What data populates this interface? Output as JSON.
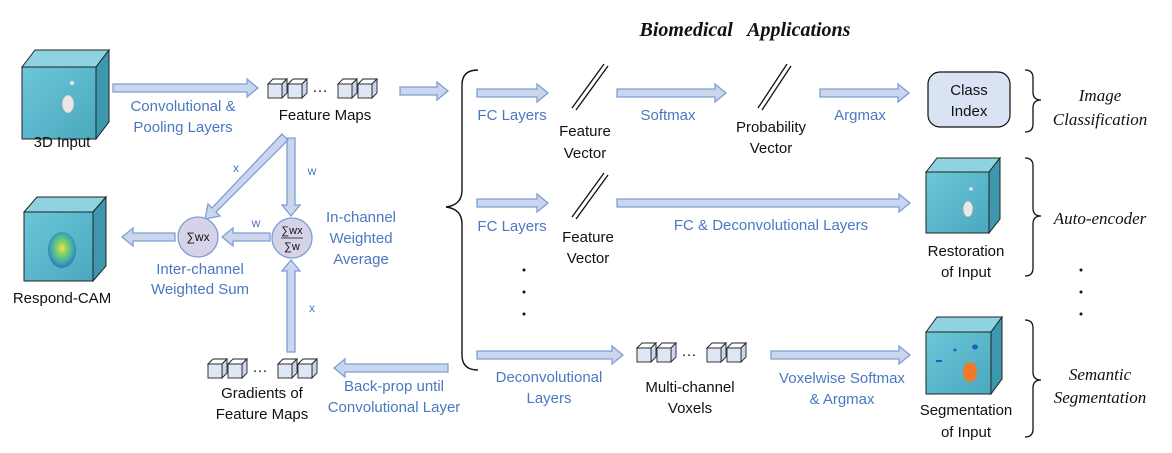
{
  "title": "Biomedical   Applications",
  "inputs": {
    "input_3d": "3D Input",
    "feature_maps": "Feature Maps",
    "conv_pool": [
      "Convolutional &",
      "Pooling Layers"
    ],
    "respond_cam": "Respond-CAM",
    "gradients": [
      "Gradients of",
      "Feature Maps"
    ],
    "backprop": [
      "Back-prop until",
      "Convolutional Layer"
    ],
    "inter_channel": [
      "Inter-channel",
      "Weighted Sum"
    ],
    "in_channel": [
      "In-channel",
      "Weighted",
      "Average"
    ],
    "sum_wx": "∑wx",
    "sum_wx_w_num": "∑wx",
    "sum_wx_w_den": "∑w",
    "w_label": "w",
    "x_label": "x",
    "ellipsis": "···"
  },
  "rows": {
    "classification": {
      "fc": "FC Layers",
      "feature_vector": [
        "Feature",
        "Vector"
      ],
      "softmax": "Softmax",
      "probability_vector": [
        "Probability",
        "Vector"
      ],
      "argmax": "Argmax",
      "class_index": [
        "Class",
        "Index"
      ],
      "app": [
        "Image",
        "Classification"
      ]
    },
    "autoencoder": {
      "fc": "FC Layers",
      "feature_vector": [
        "Feature",
        "Vector"
      ],
      "fc_deconv": "FC & Deconvolutional Layers",
      "restoration": [
        "Restoration",
        "of Input"
      ],
      "app": "Auto-encoder"
    },
    "segmentation": {
      "deconv": [
        "Deconvolutional",
        "Layers"
      ],
      "voxels": [
        "Multi-channel",
        "Voxels"
      ],
      "voxelwise": [
        "Voxelwise Softmax",
        "& Argmax"
      ],
      "segmentation": [
        "Segmentation",
        "of Input"
      ],
      "app": [
        "Semantic",
        "Segmentation"
      ]
    }
  },
  "colors": {
    "arrow_fill": "#c9d6ee",
    "arrow_stroke": "#7e9ed3",
    "label_blue": "#4a78c2",
    "cube_front": "#5ab8cc",
    "cube_top": "#8fd3e0",
    "cube_side": "#3d98ae",
    "sum_node": "#d6d2e8",
    "class_box": "#d9e3f3",
    "seg_orange": "#f07a2a",
    "seg_blue": "#2b57c7"
  }
}
